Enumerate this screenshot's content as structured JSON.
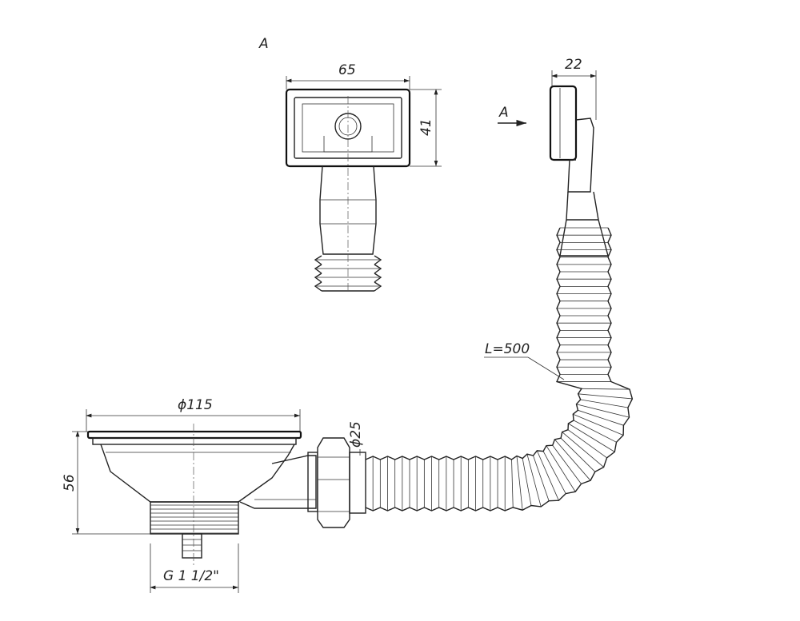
{
  "labels": {
    "view_a": "A",
    "width_65": "65",
    "height_41": "41",
    "width_22": "22",
    "arrow_a": "A",
    "hose_length": "L=500",
    "diameter_115": "ϕ115",
    "diameter_25": "ϕ25",
    "height_56": "56",
    "thread": "G 1 1/2\""
  },
  "colors": {
    "line": "#222222",
    "background": "#ffffff"
  }
}
